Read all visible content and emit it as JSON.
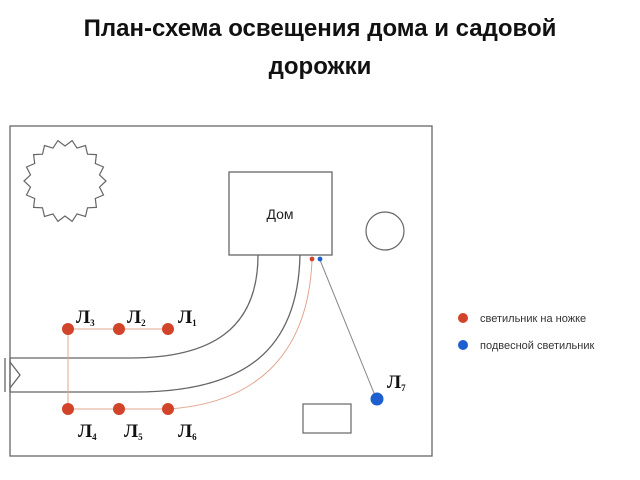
{
  "title": {
    "line1": "План-схема освещения дома и садовой",
    "line2": "дорожки"
  },
  "house": {
    "label": "Дом"
  },
  "lamps": [
    {
      "label": "Л",
      "sub": "1",
      "type": "ground"
    },
    {
      "label": "Л",
      "sub": "2",
      "type": "ground"
    },
    {
      "label": "Л",
      "sub": "3",
      "type": "ground"
    },
    {
      "label": "Л",
      "sub": "4",
      "type": "ground"
    },
    {
      "label": "Л",
      "sub": "5",
      "type": "ground"
    },
    {
      "label": "Л",
      "sub": "6",
      "type": "ground"
    },
    {
      "label": "Л",
      "sub": "7",
      "type": "hanging"
    }
  ],
  "legend": [
    {
      "text": "светильник на ножке",
      "color": "#d2442a"
    },
    {
      "text": "подвесной светильник",
      "color": "#1e5fd0"
    }
  ],
  "colors": {
    "ground_lamp": "#d2442a",
    "hanging_lamp": "#1e5fd0",
    "wire": "#e2a58e",
    "outline": "#666666"
  }
}
